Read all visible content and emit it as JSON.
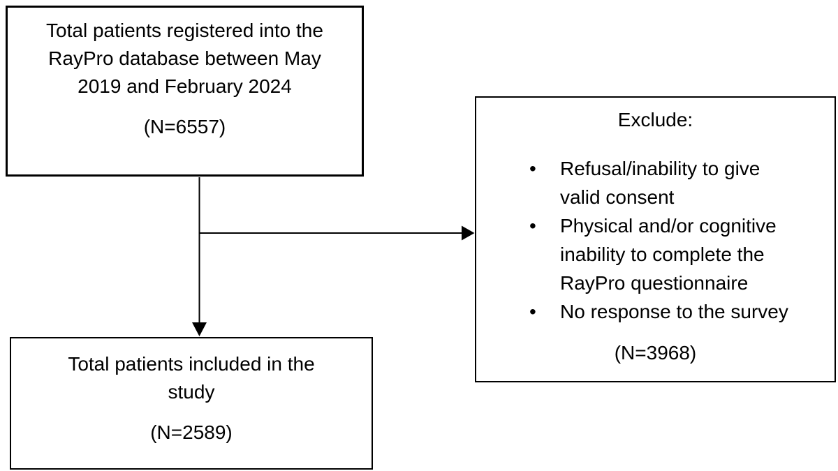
{
  "flowchart": {
    "registered_box": {
      "lines": [
        "Total patients registered into the",
        "RayPro database between May",
        "2019 and February 2024"
      ],
      "n": "(N=6557)"
    },
    "exclude_box": {
      "title": "Exclude:",
      "items": [
        "Refusal/inability to give valid consent",
        "Physical and/or cognitive inability to complete the RayPro questionnaire",
        "No response to the survey"
      ],
      "n": "(N=3968)"
    },
    "included_box": {
      "lines": [
        "Total patients included in the",
        "study"
      ],
      "n": "(N=2589)"
    },
    "colors": {
      "border": "#000000",
      "text": "#000000",
      "background": "#ffffff"
    }
  }
}
